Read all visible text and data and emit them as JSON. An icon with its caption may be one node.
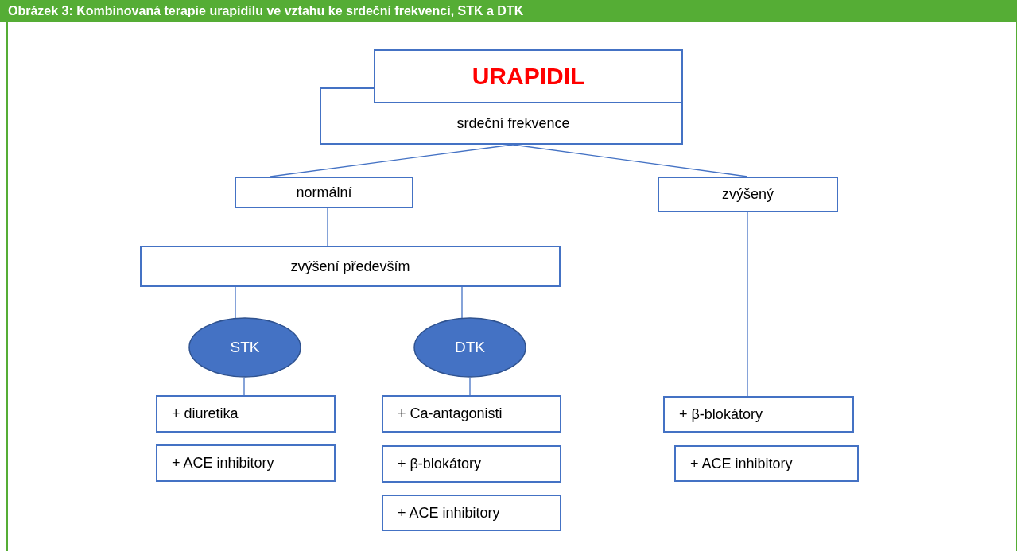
{
  "diagram": {
    "title": "Obrázek 3: Kombinovaná terapie urapidilu ve vztahu ke srdeční frekvenci, STK a DTK",
    "nodes": [
      {
        "text": [
          "URAPIDIL"
        ]
      },
      {
        "text": [
          "srdeční frekvence"
        ]
      },
      {
        "text": [
          "normální"
        ]
      },
      {
        "text": [
          "zvýšený"
        ]
      },
      {
        "text": [
          "zvýšení především"
        ]
      },
      {
        "text": [
          "STK"
        ]
      },
      {
        "text": [
          "DTK"
        ]
      },
      {
        "text": [
          "+ diuretika"
        ]
      },
      {
        "text": [
          "+ ACE inhibitory"
        ]
      },
      {
        "text": [
          "+ Ca-antagonisti"
        ]
      },
      {
        "text": [
          "+ β-blokátory"
        ]
      },
      {
        "text": [
          "+ ACE inhibitory"
        ]
      },
      {
        "text": [
          "+ β-blokátory"
        ]
      },
      {
        "text": [
          "+ ACE inhibitory"
        ]
      }
    ],
    "edges": [
      {
        "from": 1,
        "to": 2,
        "arrow": "none"
      },
      {
        "from": 1,
        "to": 3,
        "arrow": "none"
      },
      {
        "from": 2,
        "to": 4,
        "arrow": "none"
      },
      {
        "from": 4,
        "to": 5,
        "arrow": "none"
      },
      {
        "from": 4,
        "to": 6,
        "arrow": "none"
      },
      {
        "from": 5,
        "to": 7,
        "arrow": "none"
      },
      {
        "from": 6,
        "to": 9,
        "arrow": "none"
      },
      {
        "from": 3,
        "to": 12,
        "arrow": "none"
      }
    ]
  }
}
